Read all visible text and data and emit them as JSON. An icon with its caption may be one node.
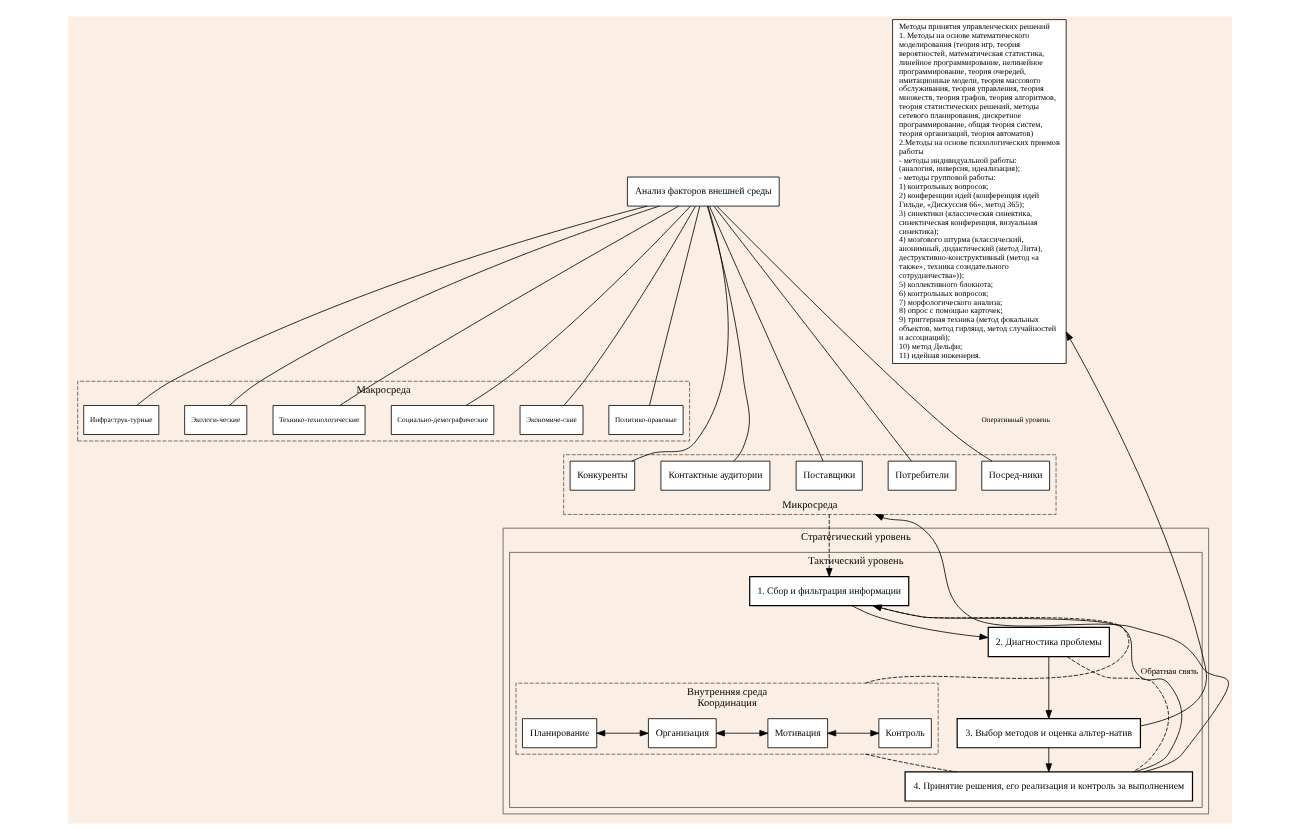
{
  "diagram": {
    "nodes": [
      {
        "text": [
          "Анализ факторов внешней среды"
        ]
      },
      {
        "text": [
          "Макросреда"
        ]
      },
      {
        "text": [
          "Политико-правовые"
        ],
        "in": 1
      },
      {
        "text": [
          "Экономиче-ские"
        ],
        "in": 1
      },
      {
        "text": [
          "Социально-демографические"
        ],
        "in": 1
      },
      {
        "text": [
          "Технико-технологические"
        ],
        "in": 1
      },
      {
        "text": [
          "Экологи-ческие"
        ],
        "in": 1
      },
      {
        "text": [
          "Инфраструк-турные"
        ],
        "in": 1
      },
      {
        "text": [
          "Микросреда"
        ]
      },
      {
        "text": [
          "Конкуренты"
        ],
        "in": 8
      },
      {
        "text": [
          "Контактные аудитории"
        ],
        "in": 8
      },
      {
        "text": [
          "Поставщики"
        ],
        "in": 8
      },
      {
        "text": [
          "Потребители"
        ],
        "in": 8
      },
      {
        "text": [
          "Посред-ники"
        ],
        "in": 8
      },
      {
        "text": [
          "Стратегический уровень"
        ]
      },
      {
        "text": [
          "Тактический уровень"
        ],
        "in": 14
      },
      {
        "text": [
          "1. Сбор и фильтрация информации"
        ],
        "in": 15
      },
      {
        "text": [
          "Внутренняя среда",
          "Координация"
        ],
        "in": 15
      },
      {
        "text": [
          "Планирование"
        ],
        "in": 17
      },
      {
        "text": [
          "Организация"
        ],
        "in": 17
      },
      {
        "text": [
          "Мотивация"
        ],
        "in": 17
      },
      {
        "text": [
          "Контроль"
        ],
        "in": 17
      },
      {
        "text": [
          "2. Диагностика проблемы"
        ],
        "in": 15
      },
      {
        "text": [
          "3. Выбор методов и оценка альтер-натив"
        ],
        "in": 15
      },
      {
        "text": [
          "4. Принятие решения, его реализация и контроль за выполнением"
        ],
        "in": 15
      },
      {
        "text": [
          "Методы принятия управленческих решений",
          "1. Методы на основе математического моделирования (теория игр, теория вероятностей, математическая статистика, линейное программирование, нелинейное программирование, теория очередей, имитационные модели, теория массового обслуживания, теория управления, теория множеств, теория графов, теория алгоритмов, теория статистических решений, методы сетевого планирования, дискретное программирование, общая теория систем, теория организаций, теория автоматов)",
          "2.Методы на основе психологических приемов работы",
          "- методы индивидуальной работы:",
          "(аналогия, инверсия, идеализация);",
          "- методы групповой работы:",
          "1) контрольных вопросов;",
          "2) конференции идей (конференция идей Гильде, «Дискуссия 66», метод 365);",
          "3) синектики (классическая синектика, синектическая конференция, визуальная синектика);",
          "4) мозгового штурма (классический, анонимный, дидактический (метод Лита), деструктивно-конструктивный (метод «а также», техника созидательного сотрудничества»));",
          "5) коллективного блокнота;",
          "6) контрольных вопросов;",
          "7) морфологического анализа;",
          "8) опрос с помощью карточек;",
          "9) триггерная техника (метод фокальных объектов, метод гирлянд, метод случайностей и ассоциаций);",
          "10) метод Дельфи;",
          "11) идейная инженерия."
        ]
      }
    ],
    "edges": [
      {
        "from": 0,
        "to": 2,
        "arrow": "none"
      },
      {
        "from": 0,
        "to": 3,
        "arrow": "none"
      },
      {
        "from": 0,
        "to": 4,
        "arrow": "none"
      },
      {
        "from": 0,
        "to": 5,
        "arrow": "none"
      },
      {
        "from": 0,
        "to": 6,
        "arrow": "none"
      },
      {
        "from": 0,
        "to": 7,
        "arrow": "none"
      },
      {
        "from": 0,
        "to": 9,
        "arrow": "none"
      },
      {
        "from": 0,
        "to": 10,
        "arrow": "none"
      },
      {
        "from": 0,
        "to": 11,
        "arrow": "none"
      },
      {
        "from": 0,
        "to": 12,
        "arrow": "none"
      },
      {
        "from": 0,
        "to": 13,
        "arrow": "none"
      },
      {
        "from": 8,
        "to": 16,
        "arrow": "to",
        "style": "dashed"
      },
      {
        "from": 17,
        "to": 16,
        "arrow": "to",
        "style": "dashed"
      },
      {
        "from": 18,
        "to": 19,
        "arrow": "both"
      },
      {
        "from": 19,
        "to": 20,
        "arrow": "both"
      },
      {
        "from": 20,
        "to": 21,
        "arrow": "both"
      },
      {
        "from": 16,
        "to": 22,
        "arrow": "to"
      },
      {
        "from": 22,
        "to": 23,
        "arrow": "to"
      },
      {
        "from": 23,
        "to": 24,
        "arrow": "to"
      },
      {
        "from": 22,
        "to": 24,
        "arrow": "none",
        "style": "dashed"
      },
      {
        "from": 17,
        "to": 24,
        "arrow": "none",
        "style": "dashed"
      },
      {
        "from": 23,
        "to": 25,
        "arrow": "to"
      },
      {
        "from": 24,
        "to": 16,
        "arrow": "to",
        "label": "Обратная связь"
      },
      {
        "from": 24,
        "to": 8,
        "arrow": "to"
      }
    ],
    "labels": [
      "Оперативный уровень"
    ]
  }
}
